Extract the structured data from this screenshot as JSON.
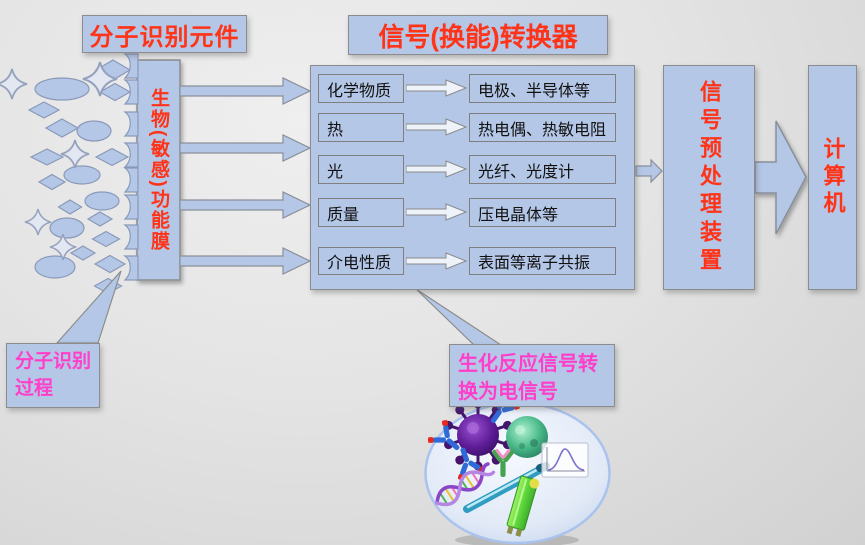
{
  "diagram": {
    "molecular_recognition_element": "分子识别元件",
    "transducer_title": "信号(换能)转换器",
    "membrane_label": "生物(敏感)功能膜",
    "signal_preprocessing_label": "信号预处理装置",
    "computer_label": "计算机",
    "molecular_recognition_process": "分子识别过程",
    "bioreaction_note": "生化反应信号转换为电信号",
    "transducer_rows": [
      {
        "input": "化学物质",
        "output": "电极、半导体等"
      },
      {
        "input": "热",
        "output": "热电偶、热敏电阻"
      },
      {
        "input": "光",
        "output": "光纤、光度计"
      },
      {
        "input": "质量",
        "output": "压电晶体等"
      },
      {
        "input": "介电性质",
        "output": "表面等离子共振"
      }
    ]
  },
  "icons": {
    "illustration_items": [
      "antibody-icon",
      "virus-icon",
      "green-virus-icon",
      "dna-icon",
      "biosensor-rod-icon",
      "test-strip-icon",
      "peak-curve-icon"
    ],
    "analyte_shapes": [
      "diamond",
      "ellipse",
      "four-point-star"
    ]
  },
  "colors": {
    "box_fill": "#b4c7e7",
    "box_border": "#8c8c8c",
    "red_text": "#ff3317",
    "magenta_text": "#ff3ec9",
    "black_text": "#111111",
    "background": "#e0e0e0"
  }
}
